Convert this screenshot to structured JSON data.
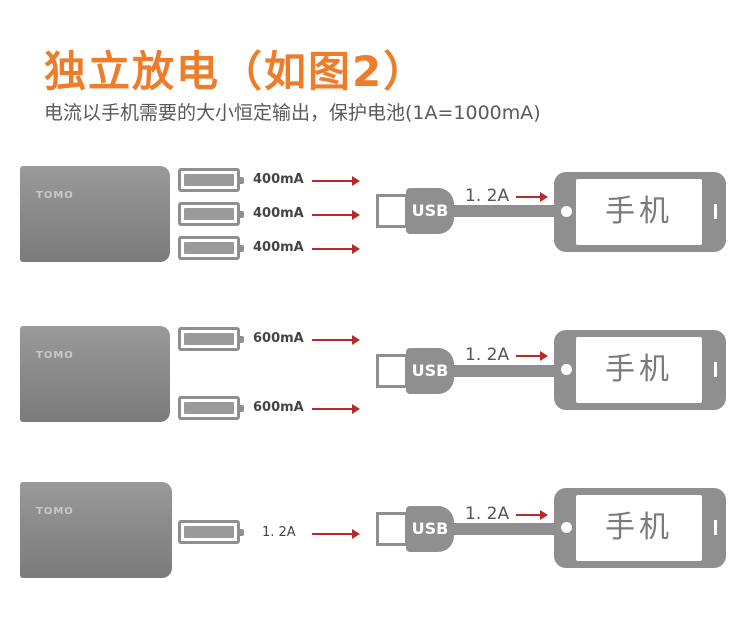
{
  "header": {
    "title": "独立放电（如图2）",
    "subtitle": "电流以手机需要的大小恒定输出，保护电池(1A=1000mA)"
  },
  "device_brand": "TOMO",
  "usb_label": "USB",
  "phone_label": "手机",
  "rows": [
    {
      "channels": [
        "400mA",
        "400mA",
        "400mA"
      ],
      "output": "1. 2A"
    },
    {
      "channels": [
        "600mA",
        "600mA"
      ],
      "output": "1. 2A"
    },
    {
      "channels": [
        "1. 2A"
      ],
      "output": "1. 2A"
    }
  ],
  "colors": {
    "title": "#ee7d2b",
    "arrow": "#b72a2a",
    "device_gray": "#8f8f8f"
  }
}
